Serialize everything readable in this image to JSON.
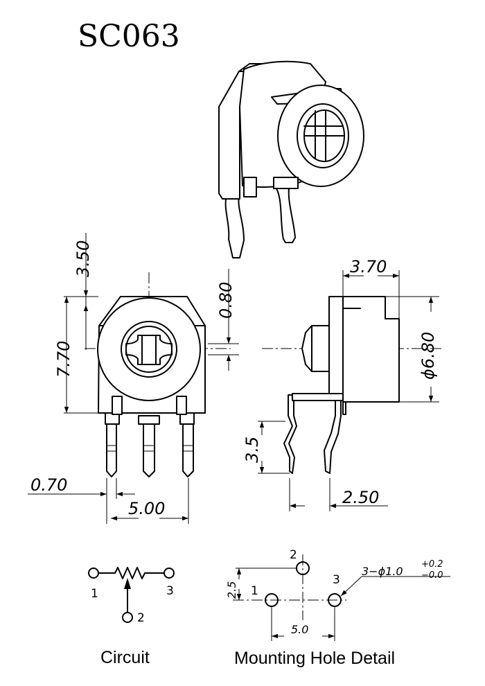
{
  "title": "SC063",
  "dimensions": {
    "height_top": "3.50",
    "overall_height": "7.70",
    "offset": "0.80",
    "pin_width": "0.70",
    "pin_pitch": "5.00",
    "depth": "3.70",
    "diameter": "ϕ6.80",
    "lead_height": "3.5",
    "lead_offset": "2.50"
  },
  "circuit": {
    "caption": "Circuit",
    "pins": [
      "1",
      "2",
      "3"
    ]
  },
  "mounting": {
    "caption": "Mounting Hole Detail",
    "pins": [
      "1",
      "2",
      "3"
    ],
    "row_spacing": "2.5",
    "pitch": "5.0",
    "hole_spec": "3−ϕ1.0",
    "tol_plus": "+0.2",
    "tol_minus": "−0.0"
  }
}
